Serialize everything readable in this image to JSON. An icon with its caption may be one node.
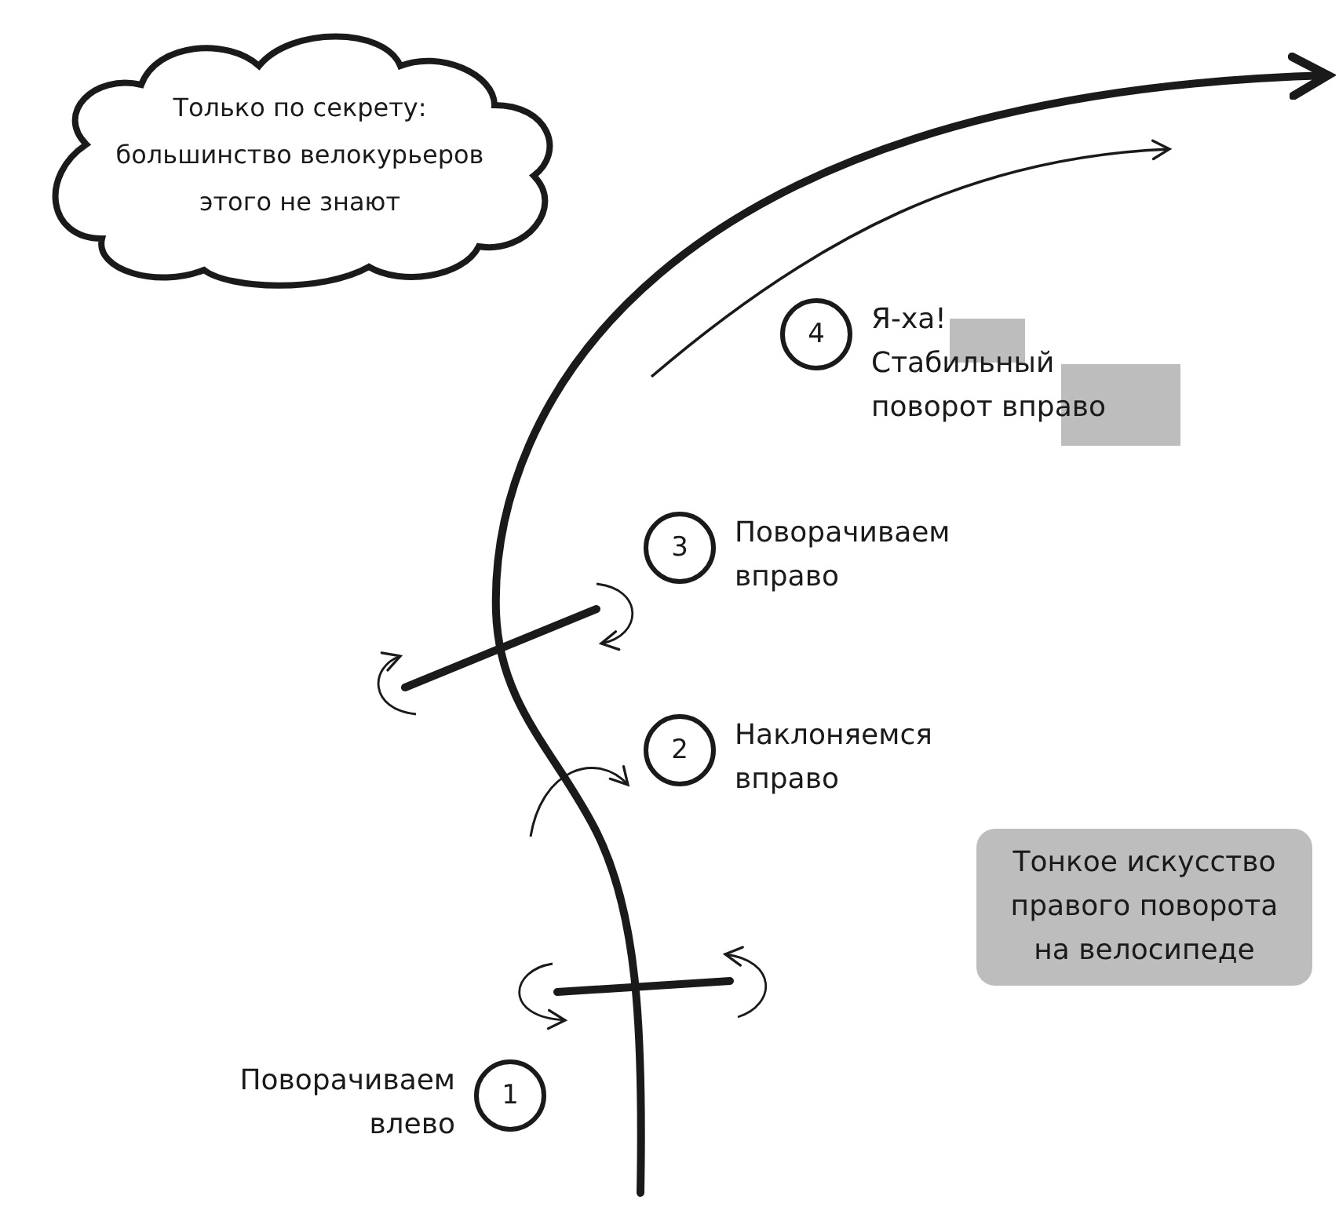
{
  "diagram": {
    "nodes": [
      {
        "text": [
          "Только по секрету: большинство велокурьеров этого не знают"
        ]
      },
      {
        "text": [
          "4"
        ],
        "beside": [
          "Я-ха! Стабильный поворот вправо"
        ]
      },
      {
        "text": [
          "3"
        ],
        "beside": [
          "Поворачиваем вправо"
        ]
      },
      {
        "text": [
          "2"
        ],
        "beside": [
          "Наклоняемся вправо"
        ]
      },
      {
        "text": [
          "Тонкое искусство правого поворота на велосипеде"
        ]
      },
      {
        "text": [
          "1"
        ],
        "beside": [
          "Поворачиваем влево"
        ]
      }
    ]
  }
}
